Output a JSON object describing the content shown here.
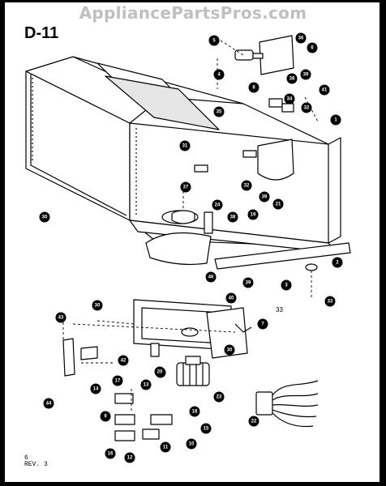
{
  "watermark": "AppliancePartsPros.com",
  "diagram_id": "D-11",
  "footer": {
    "page": "6",
    "rev": "REV. 3"
  },
  "callouts": [
    "5",
    "36",
    "6",
    "4",
    "38",
    "39",
    "41",
    "8",
    "35",
    "34",
    "32",
    "1",
    "31",
    "32",
    "37",
    "24",
    "38",
    "19",
    "21",
    "39",
    "30",
    "46",
    "2",
    "3",
    "33",
    "39",
    "28",
    "40",
    "43",
    "30",
    "42",
    "7",
    "30",
    "20",
    "13",
    "23",
    "44",
    "14",
    "17",
    "9",
    "18",
    "15",
    "10",
    "16",
    "12",
    "11",
    "22"
  ],
  "leader_label": "33"
}
